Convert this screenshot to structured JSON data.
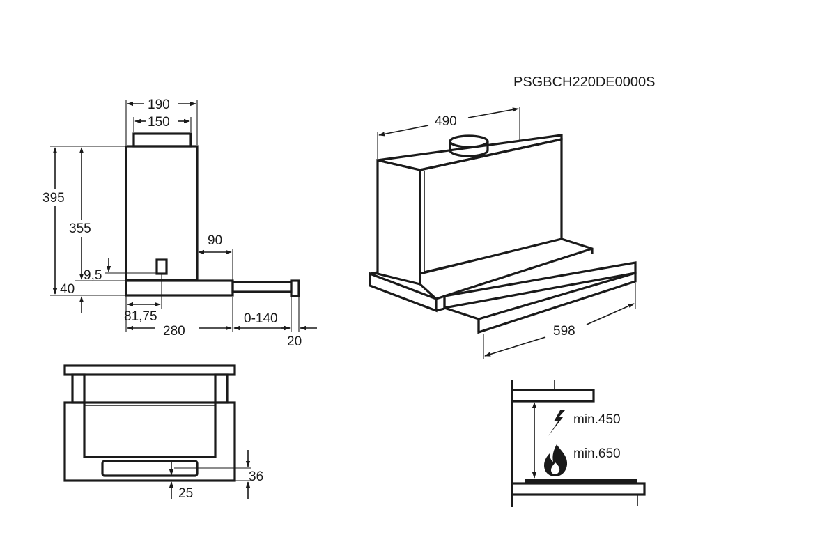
{
  "model_code": "PSGBCH220DE0000S",
  "side_view": {
    "width_total": "190",
    "chimney_width": "150",
    "height_total": "395",
    "height_body": "355",
    "offset_9_5": "9,5",
    "base_height": "40",
    "offset_81_75": "81,75",
    "depth": "280",
    "tray_offset": "90",
    "tray_extension": "0-140",
    "front_panel": "20"
  },
  "front_view": {
    "height_36": "36",
    "offset_25": "25"
  },
  "perspective_view": {
    "depth": "490",
    "width": "598"
  },
  "installation": {
    "electric_min": "min.450",
    "gas_min": "min.650"
  },
  "icons": [
    "lightning-icon",
    "flame-icon"
  ]
}
